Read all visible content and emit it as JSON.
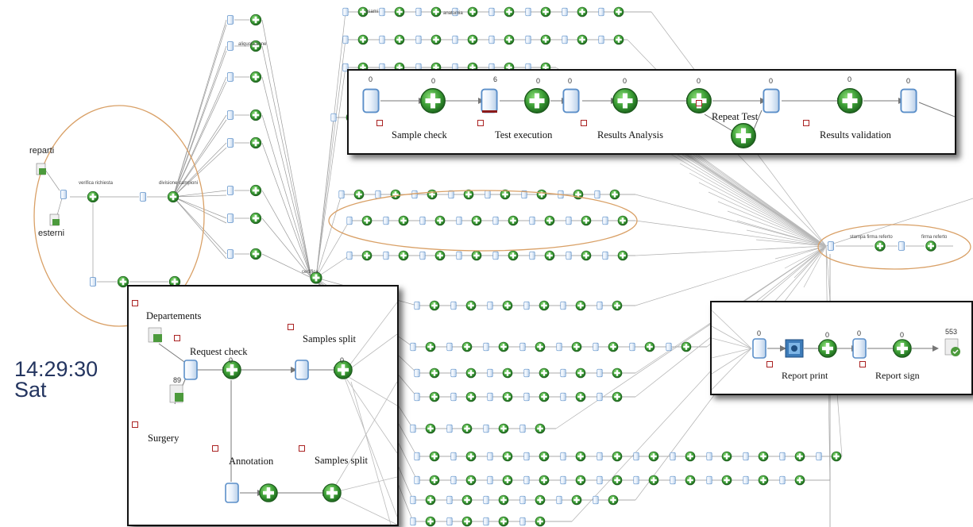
{
  "overview": {
    "source_nodes": [
      "reparti",
      "esterni"
    ],
    "small_labels": [
      "verifica richiesta",
      "divisione campioni",
      "aliquotazione",
      "esami",
      "anatomia",
      "certifica",
      "stampa firma referto",
      "firma referto"
    ]
  },
  "clock": {
    "time": "14:29:30",
    "day": "Sat"
  },
  "inset_process": {
    "counts": [
      "0",
      "0",
      "6",
      "0",
      "0",
      "0",
      "0",
      "0",
      "0",
      "0"
    ],
    "labels": {
      "sample_check": "Sample check",
      "test_execution": "Test execution",
      "results_analysis": "Results Analysis",
      "repeat_test": "Repeat Test",
      "results_validation": "Results validation"
    }
  },
  "inset_intake": {
    "labels": {
      "departements": "Departements",
      "request_check": "Request check",
      "samples_split_1": "Samples split",
      "surgery": "Surgery",
      "annotation": "Annotation",
      "samples_split_2": "Samples split"
    },
    "counts": [
      "0",
      "0",
      "89"
    ]
  },
  "inset_report": {
    "counts": [
      "0",
      "0",
      "0",
      "0",
      "553"
    ],
    "labels": {
      "report_print": "Report print",
      "report_sign": "Report sign"
    }
  },
  "colors": {
    "node_green": "#2f8f2f",
    "node_green_light": "#6fcf5f",
    "queue_blue": "#5b8fc9",
    "ellipse_orange": "#d9a066",
    "marker_red": "#a22222"
  }
}
